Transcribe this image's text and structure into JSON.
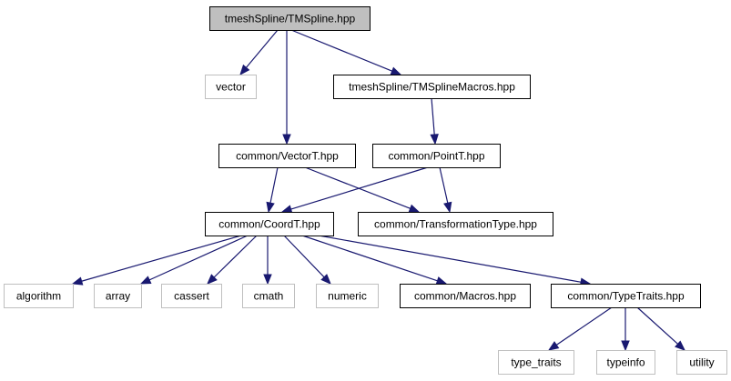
{
  "colors": {
    "edge": "#191970",
    "root_fill": "#bfbfbf",
    "node_fill": "#ffffff",
    "documented_border": "#000000",
    "external_border": "#bfbfbf",
    "external_text": "#000000"
  },
  "nodes": [
    {
      "id": "tmspline",
      "label": "tmeshSpline/TMSpline.hpp",
      "kind": "root"
    },
    {
      "id": "vector",
      "label": "vector",
      "kind": "external"
    },
    {
      "id": "tmsplinemacros",
      "label": "tmeshSpline/TMSplineMacros.hpp",
      "kind": "documented"
    },
    {
      "id": "vectort",
      "label": "common/VectorT.hpp",
      "kind": "documented"
    },
    {
      "id": "pointt",
      "label": "common/PointT.hpp",
      "kind": "documented"
    },
    {
      "id": "coordt",
      "label": "common/CoordT.hpp",
      "kind": "documented"
    },
    {
      "id": "transformationtype",
      "label": "common/TransformationType.hpp",
      "kind": "documented"
    },
    {
      "id": "algorithm",
      "label": "algorithm",
      "kind": "external"
    },
    {
      "id": "array",
      "label": "array",
      "kind": "external"
    },
    {
      "id": "cassert",
      "label": "cassert",
      "kind": "external"
    },
    {
      "id": "cmath",
      "label": "cmath",
      "kind": "external"
    },
    {
      "id": "numeric",
      "label": "numeric",
      "kind": "external"
    },
    {
      "id": "macros",
      "label": "common/Macros.hpp",
      "kind": "documented"
    },
    {
      "id": "typetraitshpp",
      "label": "common/TypeTraits.hpp",
      "kind": "documented"
    },
    {
      "id": "type_traits",
      "label": "type_traits",
      "kind": "external"
    },
    {
      "id": "typeinfo",
      "label": "typeinfo",
      "kind": "external"
    },
    {
      "id": "utility",
      "label": "utility",
      "kind": "external"
    }
  ],
  "edges": [
    {
      "from": "tmspline",
      "to": "vector"
    },
    {
      "from": "tmspline",
      "to": "tmsplinemacros"
    },
    {
      "from": "tmspline",
      "to": "vectort"
    },
    {
      "from": "tmsplinemacros",
      "to": "pointt"
    },
    {
      "from": "vectort",
      "to": "coordt"
    },
    {
      "from": "vectort",
      "to": "transformationtype"
    },
    {
      "from": "pointt",
      "to": "coordt"
    },
    {
      "from": "pointt",
      "to": "transformationtype"
    },
    {
      "from": "coordt",
      "to": "algorithm"
    },
    {
      "from": "coordt",
      "to": "array"
    },
    {
      "from": "coordt",
      "to": "cassert"
    },
    {
      "from": "coordt",
      "to": "cmath"
    },
    {
      "from": "coordt",
      "to": "numeric"
    },
    {
      "from": "coordt",
      "to": "macros"
    },
    {
      "from": "coordt",
      "to": "typetraitshpp"
    },
    {
      "from": "typetraitshpp",
      "to": "type_traits"
    },
    {
      "from": "typetraitshpp",
      "to": "typeinfo"
    },
    {
      "from": "typetraitshpp",
      "to": "utility"
    }
  ]
}
